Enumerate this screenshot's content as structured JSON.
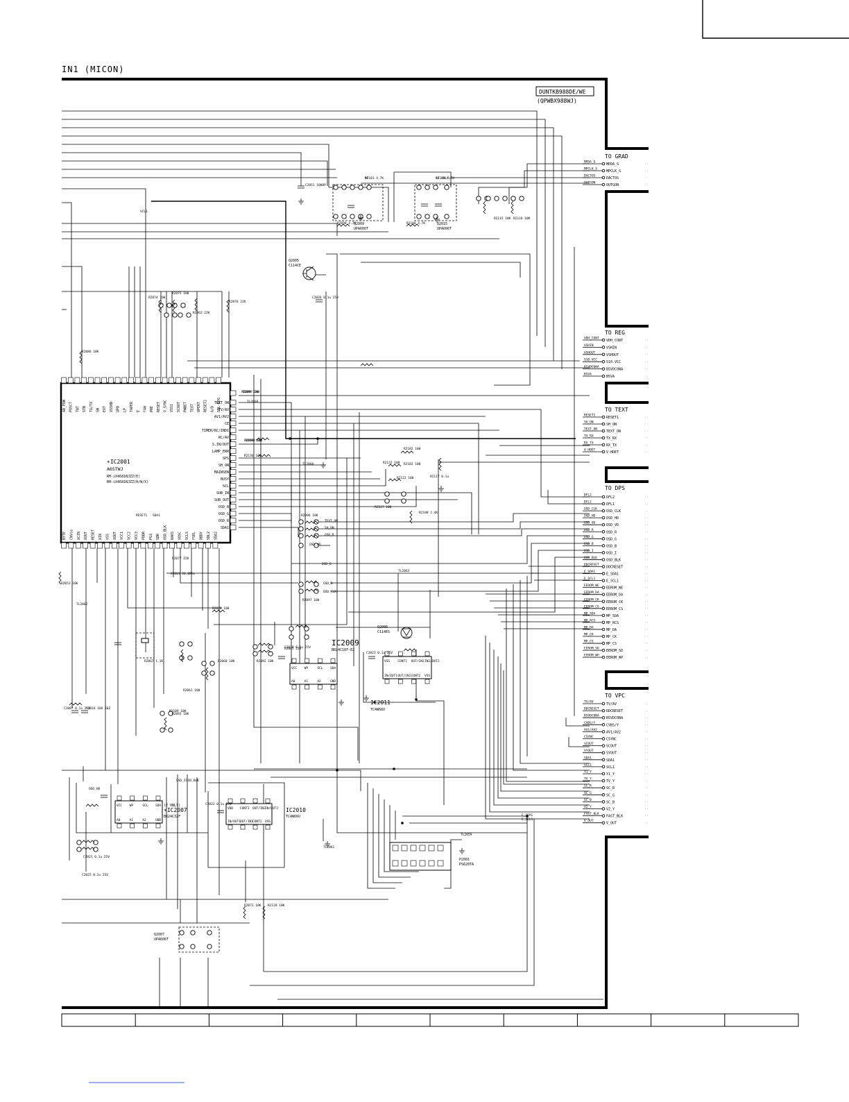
{
  "sheet": {
    "title": "IN1 (MICON)",
    "model_box": "DUNTKB988DE/WE",
    "model_sub": "(QPWBX988WJ)"
  },
  "connectors": [
    {
      "label": "TO GRAD",
      "signals": [
        "MPDA_S",
        "MPCLK_S",
        "DACTOS",
        "OUTGON"
      ]
    },
    {
      "label": "TO REG",
      "signals": [
        "VDH_CONT",
        "VSHIN",
        "VSHOUT",
        "S10.VCC",
        "B5VDC0NA",
        "B5VA"
      ]
    },
    {
      "label": "TO TEXT",
      "signals": [
        "RESET1",
        "SH_ON",
        "TEXT_ON",
        "TX_RX",
        "RX_TX",
        "V-HDET"
      ]
    },
    {
      "label": "TO DPS",
      "signals": [
        "DFL2",
        "DFL1",
        "OSD_CLK",
        "OSD_HD",
        "OSD_VD",
        "OSD_R",
        "OSD_G",
        "OSD_B",
        "OSD_I",
        "OSD_BLK",
        "DDCRESET",
        "E_SDA1",
        "E_SCL1",
        "EEROM_WE",
        "EEROM_DA",
        "EEROM_CK",
        "EEROM_CS",
        "MP_SDA",
        "MP_RCS",
        "MP_DA",
        "MP_CK",
        "MP_CS",
        "EEROM_SD",
        "EEROM_WP"
      ]
    },
    {
      "label": "TO VPC",
      "signals": [
        "TV/AV",
        "DDCRESET",
        "B5VDC0NA",
        "CVBS/Y",
        "AV1/AV2",
        "CSYNC",
        "SCOUT",
        "SYOUT",
        "SDA1",
        "SCL1",
        "Y1_Y",
        "TV_Y",
        "SC_R",
        "SC_G",
        "SC_B",
        "V2_Y",
        "FAST_BLK",
        "V_OUT"
      ]
    }
  ],
  "components": {
    "ic2001": {
      "ref": "∗IC2001",
      "part": "A6STWJ",
      "note1": "RH-iX4681NJZZ(E)",
      "note2": "RH-iX4681NJZZ(H/W/X)"
    },
    "ic2009": {
      "ref": "IC2009",
      "part": "BR24C16F-E2"
    },
    "ic2011": {
      "ref": "IC2011",
      "part": "TC4W66U"
    },
    "ic2010": {
      "ref": "IC2010",
      "part": "TC4W66U"
    },
    "ic2007": {
      "ref": "∗IC2007",
      "part": "BR24C32F",
      "note": "(E ONLY)"
    },
    "q2005": {
      "ref": "Q2005",
      "part": "C114CE"
    },
    "q2006": {
      "ref": "Q2006",
      "part": "C114ES"
    },
    "q2009": {
      "ref": "Q2009",
      "part": "UPA606T"
    },
    "q2015": {
      "ref": "Q2015",
      "part": "UPA606T"
    },
    "q2007": {
      "ref": "Q2007",
      "part": "UPA606T"
    },
    "p2001": {
      "ref": "P2001",
      "part": "PS620TA"
    }
  },
  "ic2001_pins_left": [
    "TEXT_ON",
    "TV/AV",
    "AV1/AV2",
    "CE",
    "TIMER/RC/INDI",
    "RC/AV",
    "S.IN/OUT",
    "LAMP_ERR",
    "SPS",
    "SH_ON",
    "MAINSEN",
    "BUSY",
    "SCL",
    "SUB_IN",
    "SUB_OUT",
    "OSD_B",
    "OSD_G",
    "OSD_R",
    "SDA1"
  ],
  "ic2001_pins_top": [
    "AD_POW",
    "POSCT",
    "TNT",
    "STB",
    "TX/TX",
    "SW",
    "EXT",
    "VSSHD",
    "UPD",
    "LP",
    "TAPER",
    "E",
    "FAH",
    "PRE",
    "RESET",
    "V_SYNC",
    "VSS1",
    "SCOUT",
    "PWBET",
    "TEXT",
    "OPERT",
    "RESET2",
    "A/D",
    "SBL-REG"
  ],
  "ic2001_pins_bottom": [
    "BYTE",
    "CNVss",
    "XCIN",
    "XOUT",
    "RESET",
    "XIN",
    "VSS",
    "XOUT",
    "VCC1",
    "VCC2",
    "VCC3",
    "PDDR",
    "PG3",
    "SDR",
    "OSD_BLK",
    "DAKS",
    "VOSC",
    "SCLS",
    "FSEL",
    "DBDY",
    "SDL2",
    "SDA2"
  ],
  "ic2009_pins": [
    "VCC",
    "WP",
    "SCL",
    "SDA",
    "A0",
    "A1",
    "A2",
    "GND"
  ],
  "ic2011_pins": [
    "VSS",
    "CONT1",
    "OUT/IN2",
    "IN2/OUT2",
    "IN/OUT1",
    "OUT/IN1",
    "CONT2",
    "VSS"
  ],
  "ic2010_pins": [
    "VDD",
    "CONT1",
    "OUT/IN2",
    "IN/OUT2",
    "IN/OUT1",
    "OUT/IN1",
    "CONT2",
    "VSS"
  ],
  "ic2007_pins": [
    "VCC",
    "WP",
    "SCL",
    "SDA",
    "A0",
    "A1",
    "A2",
    "GND"
  ],
  "parts": [
    "R2101 4.7K",
    "R2111 4.7K",
    "R2098 4.7K",
    "R2108 4.7K",
    "R2115 10K",
    "R2116 10K",
    "C2051 1000P",
    "C2026 0.1u 25V",
    "R2074 100",
    "R2075 100",
    "R2076 22K",
    "R2062 22K",
    "R2086 10K",
    "R2088 100",
    "R2093 100",
    "R2136 100",
    "R2102 100",
    "R2132 100",
    "R2103 100",
    "R2122 100",
    "R2127 100",
    "R2108 2.4K",
    "R2117 0.1u",
    "R2096 100",
    "R2097 100",
    "R2078 100",
    "R2099 100",
    "R2059 100",
    "R2082 10K",
    "R2061 100",
    "R2060 10K",
    "R2109 10K",
    "R2065 22K",
    "C2023 0.1u 25V",
    "C2028 0.1u 25V",
    "C2022 0.1u 25V",
    "C2007 0.1u 25V",
    "C2018 10V 10Z",
    "C2021 0.1u 25V",
    "C2025 0.1u 25V",
    "R2072 10K",
    "R2120 10K",
    "R2053 10K",
    "R2091 10K",
    "R2067 1.1K",
    "R2077 22K",
    "X2001 20.0MHz",
    "TL2062",
    "TL2061",
    "TL2063",
    "TL2059",
    "TL2068",
    "TL2060",
    "TEXT_ON",
    "SH_ON",
    "OSD_R",
    "OSD_G",
    "OSD_B",
    "OSD_CLK",
    "OSD_I",
    "OSD_BLK",
    "E_SDA1",
    "E_SCL1",
    "SCL1",
    "SDA1",
    "RESET1",
    "OSD_VD",
    "OSD_HD",
    "NC",
    "(E ONLY)"
  ],
  "footer_cells": [
    "",
    "",
    "",
    "",
    "",
    "",
    "",
    "",
    "",
    "",
    ""
  ]
}
